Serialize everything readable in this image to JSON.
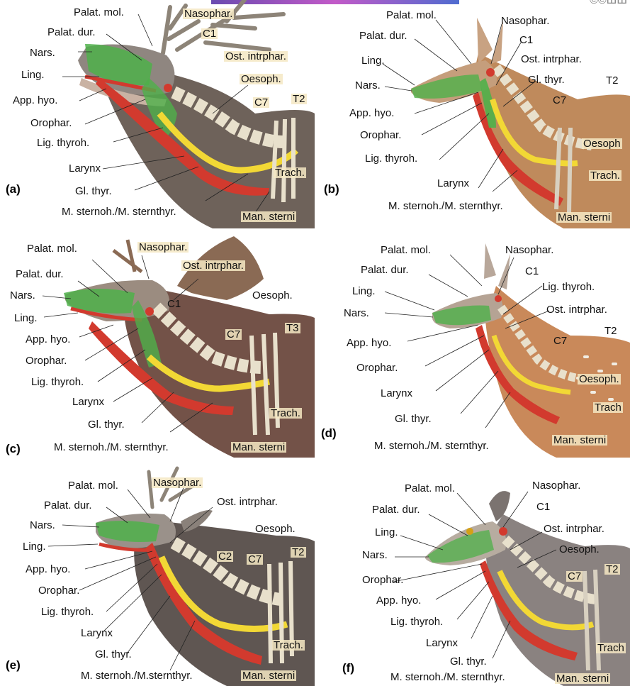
{
  "figure": {
    "corner_text": "©©ШШ",
    "accent_colors": {
      "soft_tissue_green": "#4fb04a",
      "muscle_red": "#d23a2e",
      "esophagus_yellow": "#f2d835",
      "bone": "#e8e0cc",
      "label_highlight": "#f5e8c3"
    },
    "panels": [
      {
        "panel_label": "(a)",
        "labels": {
          "palat_mol": "Palat. mol.",
          "nasophar": "Nasophar.",
          "palat_dur": "Palat. dur.",
          "c1": "C1",
          "nars": "Nars.",
          "ost": "Ost. intrphar.",
          "ling": "Ling.",
          "oesoph": "Oesoph.",
          "app_hyo": "App. hyo.",
          "c7": "C7",
          "t2": "T2",
          "orophar": "Orophar.",
          "lig_thyroh": "Lig. thyroh.",
          "larynx": "Larynx",
          "trach": "Trach.",
          "gl_thyr": "Gl. thyr.",
          "m_stern": "M. sternoh./M. sternthyr.",
          "man_sterni": "Man. sterni"
        }
      },
      {
        "panel_label": "(b)",
        "labels": {
          "palat_mol": "Palat. mol.",
          "nasophar": "Nasophar.",
          "palat_dur": "Palat. dur.",
          "c1": "C1",
          "ling": "Ling.",
          "ost": "Ost. intrphar.",
          "gl_thyr_top": "Gl. thyr.",
          "t2": "T2",
          "nars": "Nars.",
          "app_hyo": "App. hyo.",
          "c7": "C7",
          "orophar": "Orophar.",
          "oesoph": "Oesoph",
          "lig_thyroh": "Lig. thyroh.",
          "trach": "Trach.",
          "larynx": "Larynx",
          "m_stern": "M. sternoh./M. sternthyr.",
          "man_sterni": "Man. sterni"
        }
      },
      {
        "panel_label": "(c)",
        "labels": {
          "palat_mol": "Palat. mol.",
          "nasophar": "Nasophar.",
          "ost": "Ost. intrphar.",
          "palat_dur": "Palat. dur.",
          "nars": "Nars.",
          "oesoph": "Oesoph.",
          "c1": "C1",
          "ling": "Ling.",
          "c7": "C7",
          "t3": "T3",
          "app_hyo": "App. hyo.",
          "orophar": "Orophar.",
          "lig_thyroh": "Lig. thyroh.",
          "larynx": "Larynx",
          "trach": "Trach.",
          "gl_thyr": "Gl. thyr.",
          "m_stern": "M. sternoh./M. sternthyr.",
          "man_sterni": "Man. sterni"
        }
      },
      {
        "panel_label": "(d)",
        "labels": {
          "palat_mol": "Palat. mol.",
          "nasophar": "Nasophar.",
          "palat_dur": "Palat. dur.",
          "c1": "C1",
          "ling": "Ling.",
          "lig_thyroh": "Lig. thyroh.",
          "nars": "Nars.",
          "ost": "Ost. intrphar.",
          "app_hyo": "App. hyo.",
          "t2": "T2",
          "c7": "C7",
          "orophar": "Orophar.",
          "oesoph": "Oesoph.",
          "larynx": "Larynx",
          "trach": "Trach",
          "gl_thyr": "Gl. thyr.",
          "m_stern": "M. sternoh./M. sternthyr.",
          "man_sterni": "Man. sterni"
        }
      },
      {
        "panel_label": "(e)",
        "labels": {
          "palat_mol": "Palat. mol.",
          "nasophar": "Nasophar.",
          "palat_dur": "Palat. dur.",
          "ost": "Ost. intrphar.",
          "nars": "Nars.",
          "ling": "Ling.",
          "oesoph": "Oesoph.",
          "app_hyo": "App. hyo.",
          "c2": "C2",
          "c7": "C7",
          "t2": "T2",
          "orophar": "Orophar.",
          "lig_thyroh": "Lig. thyroh.",
          "larynx": "Larynx",
          "trach": "Trach.",
          "gl_thyr": "Gl. thyr.",
          "m_stern": "M. sternoh./M.sternthyr.",
          "man_sterni": "Man. sterni"
        }
      },
      {
        "panel_label": "(f)",
        "labels": {
          "palat_mol": "Palat. mol.",
          "nasophar": "Nasophar.",
          "palat_dur": "Palat. dur.",
          "c1": "C1",
          "ling": "Ling.",
          "ost": "Ost. intrphar.",
          "nars": "Nars.",
          "oesoph": "Oesoph.",
          "orophar": "Orophar.",
          "c7": "C7",
          "t2": "T2",
          "app_hyo": "App. hyo.",
          "lig_thyroh": "Lig. thyroh.",
          "larynx": "Larynx",
          "trach": "Trach",
          "gl_thyr": "Gl. thyr.",
          "m_stern": "M. sternoh./M. sternthyr.",
          "man_sterni": "Man. sterni"
        }
      }
    ]
  }
}
